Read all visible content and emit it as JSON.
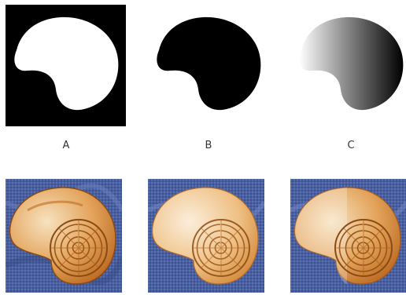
{
  "labels": [
    "A",
    "B",
    "C"
  ],
  "colors": {
    "mask_black": "#000000",
    "mask_white": "#ffffff",
    "label_text": "#333333",
    "water_blue": "#4a5f9f",
    "shell_orange": "#d9822b",
    "shell_light": "#f4d9b0"
  },
  "icons": {
    "panel_a": "shell-silhouette-white-on-black",
    "panel_b": "shell-silhouette-black",
    "panel_c": "shell-silhouette-gradient",
    "photos": "nautilus-shell-on-water"
  }
}
